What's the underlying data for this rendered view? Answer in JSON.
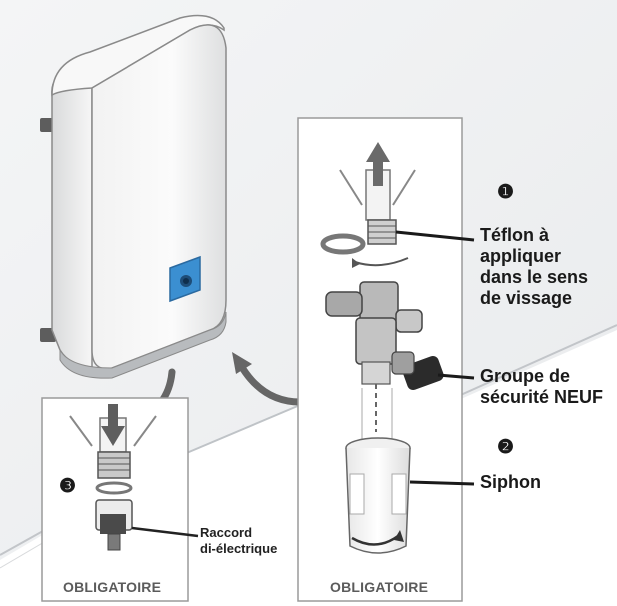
{
  "labels": {
    "num1": "❶",
    "num2": "❷",
    "num3": "❸",
    "teflon": [
      "Téflon à",
      "appliquer",
      "dans le sens",
      "de vissage"
    ],
    "groupe": [
      "Groupe de",
      "sécurité NEUF"
    ],
    "siphon": "Siphon",
    "raccord": [
      "Raccord",
      "di-électrique"
    ],
    "obligatoire_left": "OBLIGATOIRE",
    "obligatoire_right": "OBLIGATOIRE"
  },
  "colors": {
    "tank": "#f4f4f4",
    "panel": "#3b8fd1",
    "wall": "#eef0f2",
    "outline": "#777777",
    "pipe": "#2f2f2f",
    "valve_knob": "#2b2b2b"
  }
}
